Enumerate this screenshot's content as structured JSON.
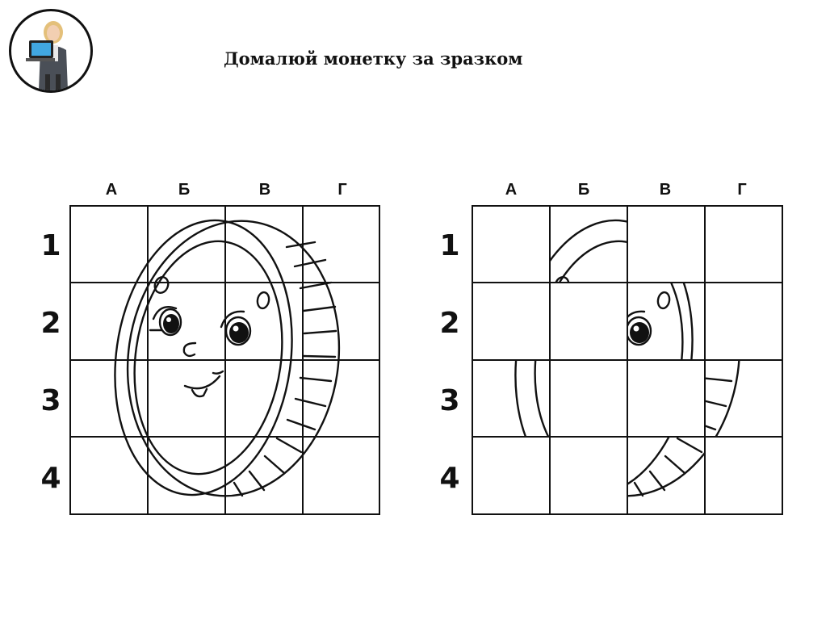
{
  "header": {
    "title": "Домалюй монетку за зразком",
    "avatar_icon": "teacher-with-laptop-icon"
  },
  "grid_sample": {
    "columns": [
      "А",
      "Б",
      "В",
      "Г"
    ],
    "rows": [
      "1",
      "2",
      "3",
      "4"
    ]
  },
  "grid_task": {
    "columns": [
      "А",
      "Б",
      "В",
      "Г"
    ],
    "rows": [
      "1",
      "2",
      "3",
      "4"
    ]
  },
  "colors": {
    "ink": "#111111",
    "background": "#ffffff"
  }
}
